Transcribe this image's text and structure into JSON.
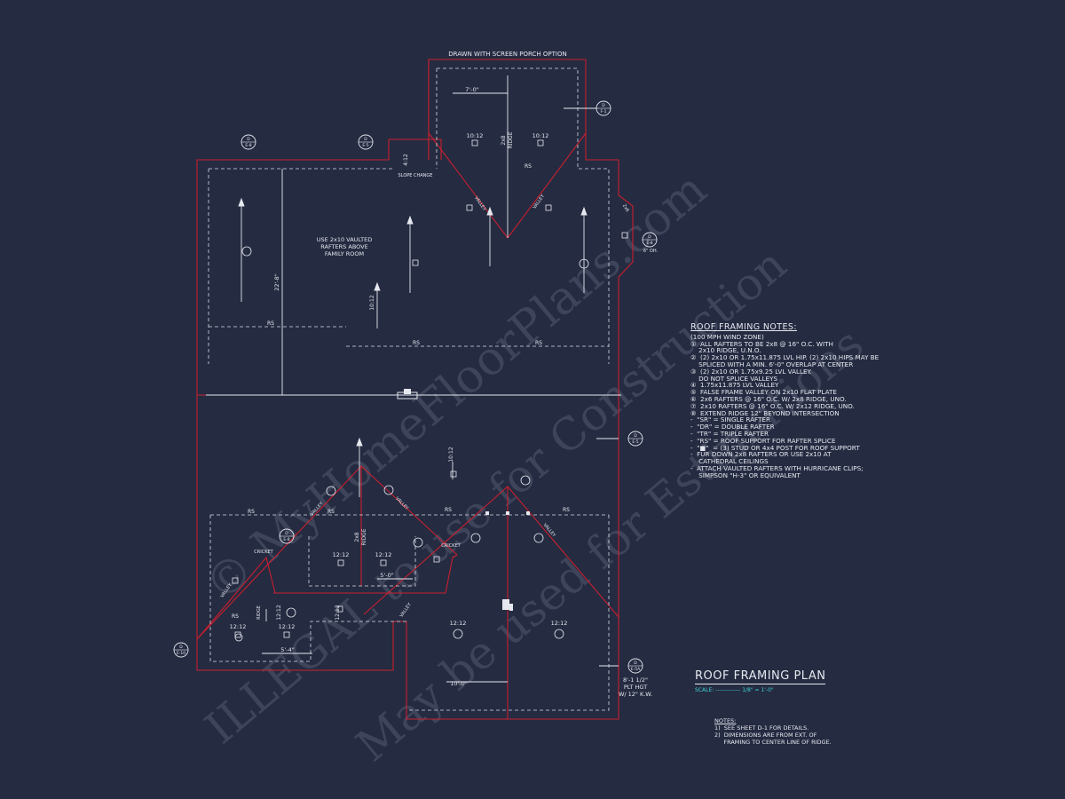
{
  "header_note": "DRAWN WITH SCREEN PORCH OPTION",
  "plan_labels": {
    "vaulted_note": [
      "USE 2x10 VAULTED",
      "RAFTERS ABOVE",
      "FAMILY ROOM"
    ],
    "slope_change": "SLOPE CHANGE",
    "ridge_top": [
      "2x8",
      "RIDGE"
    ],
    "ridge_left": [
      "2x8",
      "RIDGE"
    ],
    "valley": "VALLEY",
    "cricket": "CRICKET",
    "ridge_small": "RIDGE",
    "rs": "RS",
    "plt_hgt": [
      "8'-1 1/2\"",
      "PLT HGT",
      "W/ 12\" K.W."
    ],
    "ovh": "6\" OH."
  },
  "dimensions": {
    "porch_width": "7'-0\"",
    "left_height": "22'-8\"",
    "mid_5_0": "5'-0\"",
    "left_5_4": "5'-4\"",
    "bottom_10_0": "10'-0\""
  },
  "pitches": [
    "10:12",
    "10:12",
    "4:12",
    "10:12",
    "10:12",
    "12:12",
    "12:12",
    "12:12",
    "12:12",
    "12:12",
    "12:12",
    "12:12",
    "12:12",
    "2x6"
  ],
  "section_markers": [
    {
      "top": "D",
      "bottom": "E-8"
    },
    {
      "top": "D",
      "bottom": "E-5"
    },
    {
      "top": "D",
      "bottom": "F-1"
    },
    {
      "top": "D",
      "bottom": "E-8"
    },
    {
      "top": "D",
      "bottom": "E-5"
    },
    {
      "top": "D",
      "bottom": "E-8"
    },
    {
      "top": "D",
      "bottom": "E-10"
    },
    {
      "top": "D",
      "bottom": "E-5A"
    }
  ],
  "roof_framing_notes": {
    "heading": "ROOF FRAMING NOTES:",
    "lines": [
      "(100 MPH WIND ZONE)",
      "①  ALL RAFTERS TO BE 2x8 @ 16\" O.C. WITH",
      "    2x10 RIDGE, U.N.O.",
      "②  (2) 2x10 OR 1.75x11.875 LVL HIP. (2) 2x10 HIPS MAY BE",
      "    SPLICED WITH A MIN. 6'-0\" OVERLAP AT CENTER",
      "③  (2) 2x10 OR 1.75x9.25 LVL VALLEY.",
      "    DO NOT SPLICE VALLEYS",
      "④  1.75x11.875 LVL VALLEY",
      "⑤  FALSE FRAME VALLEY ON 2x10 FLAT PLATE",
      "⑥  2x6 RAFTERS @ 16\" O.C. W/ 2x8 RIDGE, UNO.",
      "⑦  2x10 RAFTERS @ 16\" O.C. W/ 2x12 RIDGE, UNO.",
      "⑧  EXTEND RIDGE 12\" BEYOND INTERSECTION",
      "-  \"SR\" = SINGLE RAFTER",
      "-  \"DR\" = DOUBLE RAFTER",
      "-  \"TR\" = TRIPLE RAFTER",
      "-  \"RS\" = ROOF SUPPORT FOR RAFTER SPLICE",
      "-  \"■\"  = (3) STUD OR 4x4 POST FOR ROOF SUPPORT",
      "-  FUR DOWN 2x8 RAFTERS OR USE 2x10 AT",
      "    CATHEDRAL CEILINGS",
      "-  ATTACH VAULTED RAFTERS WITH HURRICANE CLIPS;",
      "    SIMPSON \"H-3\" OR EQUIVALENT"
    ]
  },
  "title_block": {
    "title": "ROOF FRAMING PLAN",
    "scale": "SCALE: ------------- 1/8\" = 1'-0\""
  },
  "sheet_notes": {
    "heading": "NOTES:",
    "lines": [
      "1)  SEE SHEET D-1 FOR DETAILS.",
      "2)  DIMENSIONS ARE FROM EXT. OF",
      "     FRAMING TO CENTER LINE OF RIDGE."
    ]
  },
  "watermark": {
    "line1": "© MyHomeFloorPlans.com",
    "line2": "ILLEGAL to use for Construction",
    "line3": "May be used for Estimations"
  },
  "colors": {
    "background": "#252b41",
    "outline": "#c8202f",
    "linework": "#e6e8ef",
    "scale_text": "#3fd4d4"
  }
}
